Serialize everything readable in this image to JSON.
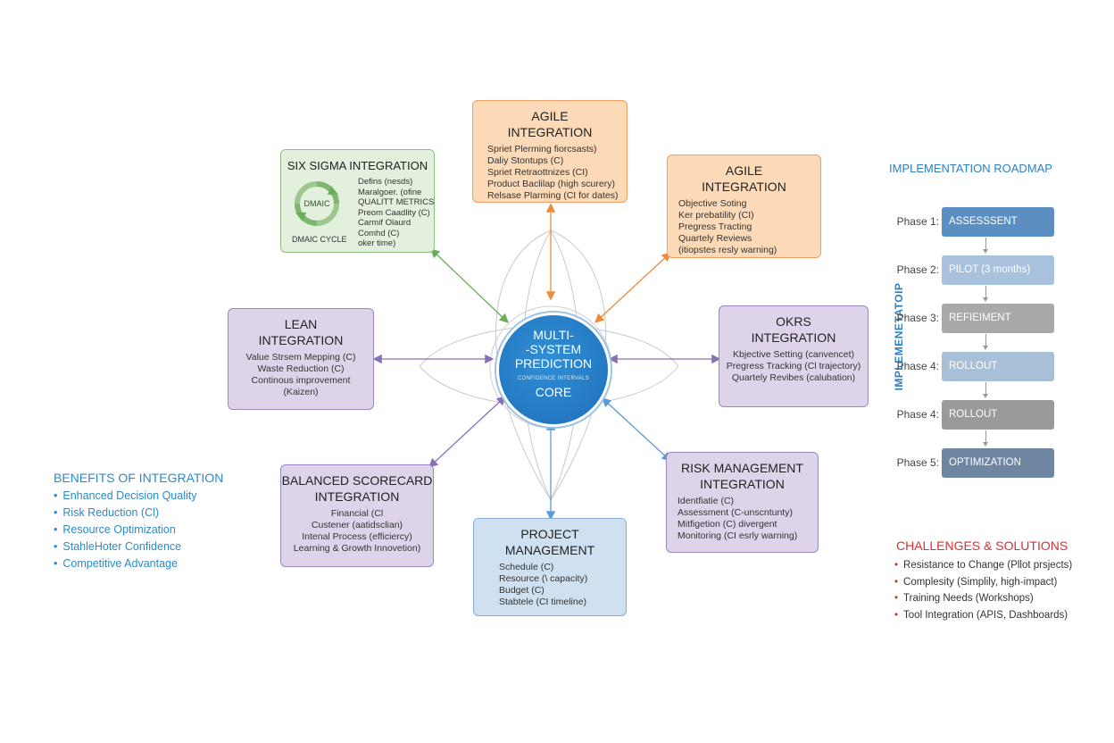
{
  "core": {
    "line1": "MULTI-",
    "line2": "-SYSTEM",
    "line3": "PREDICTION",
    "subtitle": "CONFIDENCE INTERVALS",
    "line4": "CORE"
  },
  "six_sigma": {
    "title": "SIX SIGMA INTEGRATION",
    "cycle_center": "DMAIC",
    "cycle_label": "DMAIC CYCLE",
    "items": [
      "Defins (nesds)",
      "Maralgoer. (ofine",
      "QUALITT METRICS",
      "Preom Caadlity (C)",
      "Carmif Olaurd",
      "Comhd (C)",
      "oker time)"
    ]
  },
  "agile_top": {
    "title_line1": "AGILE",
    "title_line2": "INTEGRATION",
    "items": [
      "Spriet Plerming fiorcsasts)",
      "Daliy Stontups (C)",
      "Spriet Retraottnizes (CI)",
      "Product Baclilap (high scurery)",
      "Relsase Plarming (CI for dates)"
    ]
  },
  "agile_right": {
    "title_line1": "AGILE",
    "title_line2": "INTEGRATION",
    "items": [
      "Objective Soting",
      "Ker prebatility (CI)",
      "Pregress Tracting",
      "Quartely Reviews",
      "(itiopstes resly warning)"
    ]
  },
  "lean": {
    "title_line1": "LEAN",
    "title_line2": "INTEGRATION",
    "items": [
      "Value Strsem Mepping (C)",
      "Waste Reduction (C)",
      "Continous improvement",
      "(Kaizen)"
    ]
  },
  "okrs": {
    "title_line1": "OKRS",
    "title_line2": "INTEGRATION",
    "items": [
      "Kbjective Setting (canvencet)",
      "Pregress Tracking (Cl trajectory)",
      "Quartely Revibes (calubation)"
    ]
  },
  "balanced": {
    "title_line1": "BALANCED SCORECARD",
    "title_line2": "INTEGRATION",
    "items": [
      "Financial (Cl",
      "Custener (aatidsclian)",
      "Intenal Process (efficiercy)",
      "Learning & Growth Innovetion)"
    ]
  },
  "project": {
    "title_line1": "PROJECT",
    "title_line2": "MANAGEMENT",
    "items": [
      "Schedule (C)",
      "Resource (\\ capacity)",
      "Budget (C)",
      "Stabtele (CI timeline)"
    ]
  },
  "risk": {
    "title_line1": "RISK MANAGEMENT",
    "title_line2": "INTEGRATION",
    "items": [
      "Identfiatie (C)",
      "Assessment (C-unscntunty)",
      "Mitfigetion (C) divergent",
      "Monitoring (CI esrly warning)"
    ]
  },
  "benefits": {
    "heading": "BENEFITS OF INTEGRATION",
    "items": [
      "Enhanced Decision Quality",
      "Risk Reduction (Cl)",
      "Resource Optimization",
      "StahleHoter Confidence",
      "Competitive Advantage"
    ]
  },
  "roadmap": {
    "heading": "IMPLEMENTATION ROADMAP",
    "vertical_label": "IMPLEMENETATOIP",
    "phases": [
      {
        "label": "Phase 1:",
        "name": "ASSESSSENT",
        "color": "#5b8fc2"
      },
      {
        "label": "Phase 2:",
        "name": "PILOT (3 months)",
        "color": "#a8c1dc"
      },
      {
        "label": "Phase 3:",
        "name": "REFIEIMENT",
        "color": "#a9a9a9"
      },
      {
        "label": "Phase 4:",
        "name": "ROLLOUT",
        "color": "#a8bfd8"
      },
      {
        "label": "Phase 4:",
        "name": "ROLLOUT",
        "color": "#9a9a9a"
      },
      {
        "label": "Phase 5:",
        "name": "OPTIMIZATION",
        "color": "#6f86a2"
      }
    ]
  },
  "challenges": {
    "heading": "CHALLENGES & SOLUTIONS",
    "items": [
      "Resistance to Change (Pllot prsjects)",
      "Complesity (Simplily, high-impact)",
      "Training Needs (Workshops)",
      "Tool Integration (APIS, Dashboards)"
    ]
  },
  "colors": {
    "green": "#6aad5a",
    "orange": "#ef8a3a",
    "purple": "#8a6fb5",
    "blue": "#5b9bd5",
    "benefits_heading": "#2b8ac9",
    "challenges_heading": "#d62f2f",
    "roadmap_heading": "#2b7fc4"
  }
}
